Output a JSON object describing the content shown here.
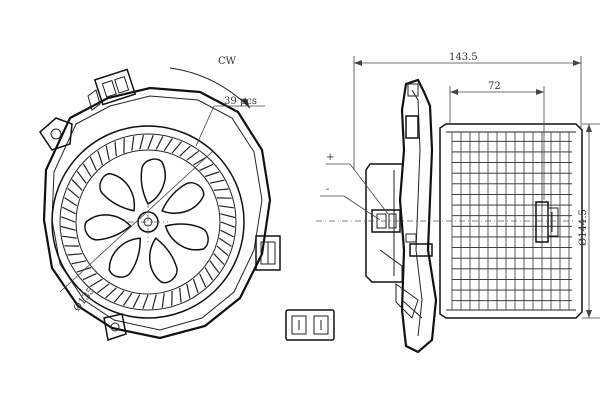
{
  "drawing": {
    "front_view": {
      "rotation_label": "CW",
      "blade_count_label": "39 pcs",
      "diameter_label": "Ø135",
      "impeller_vanes": 7
    },
    "side_view": {
      "overall_width_label": "143.5",
      "wheel_width_label": "72",
      "wheel_diameter_label": "Ø144.5",
      "positive_terminal_label": "+",
      "negative_terminal_label": "-",
      "rib_count": 16
    }
  }
}
